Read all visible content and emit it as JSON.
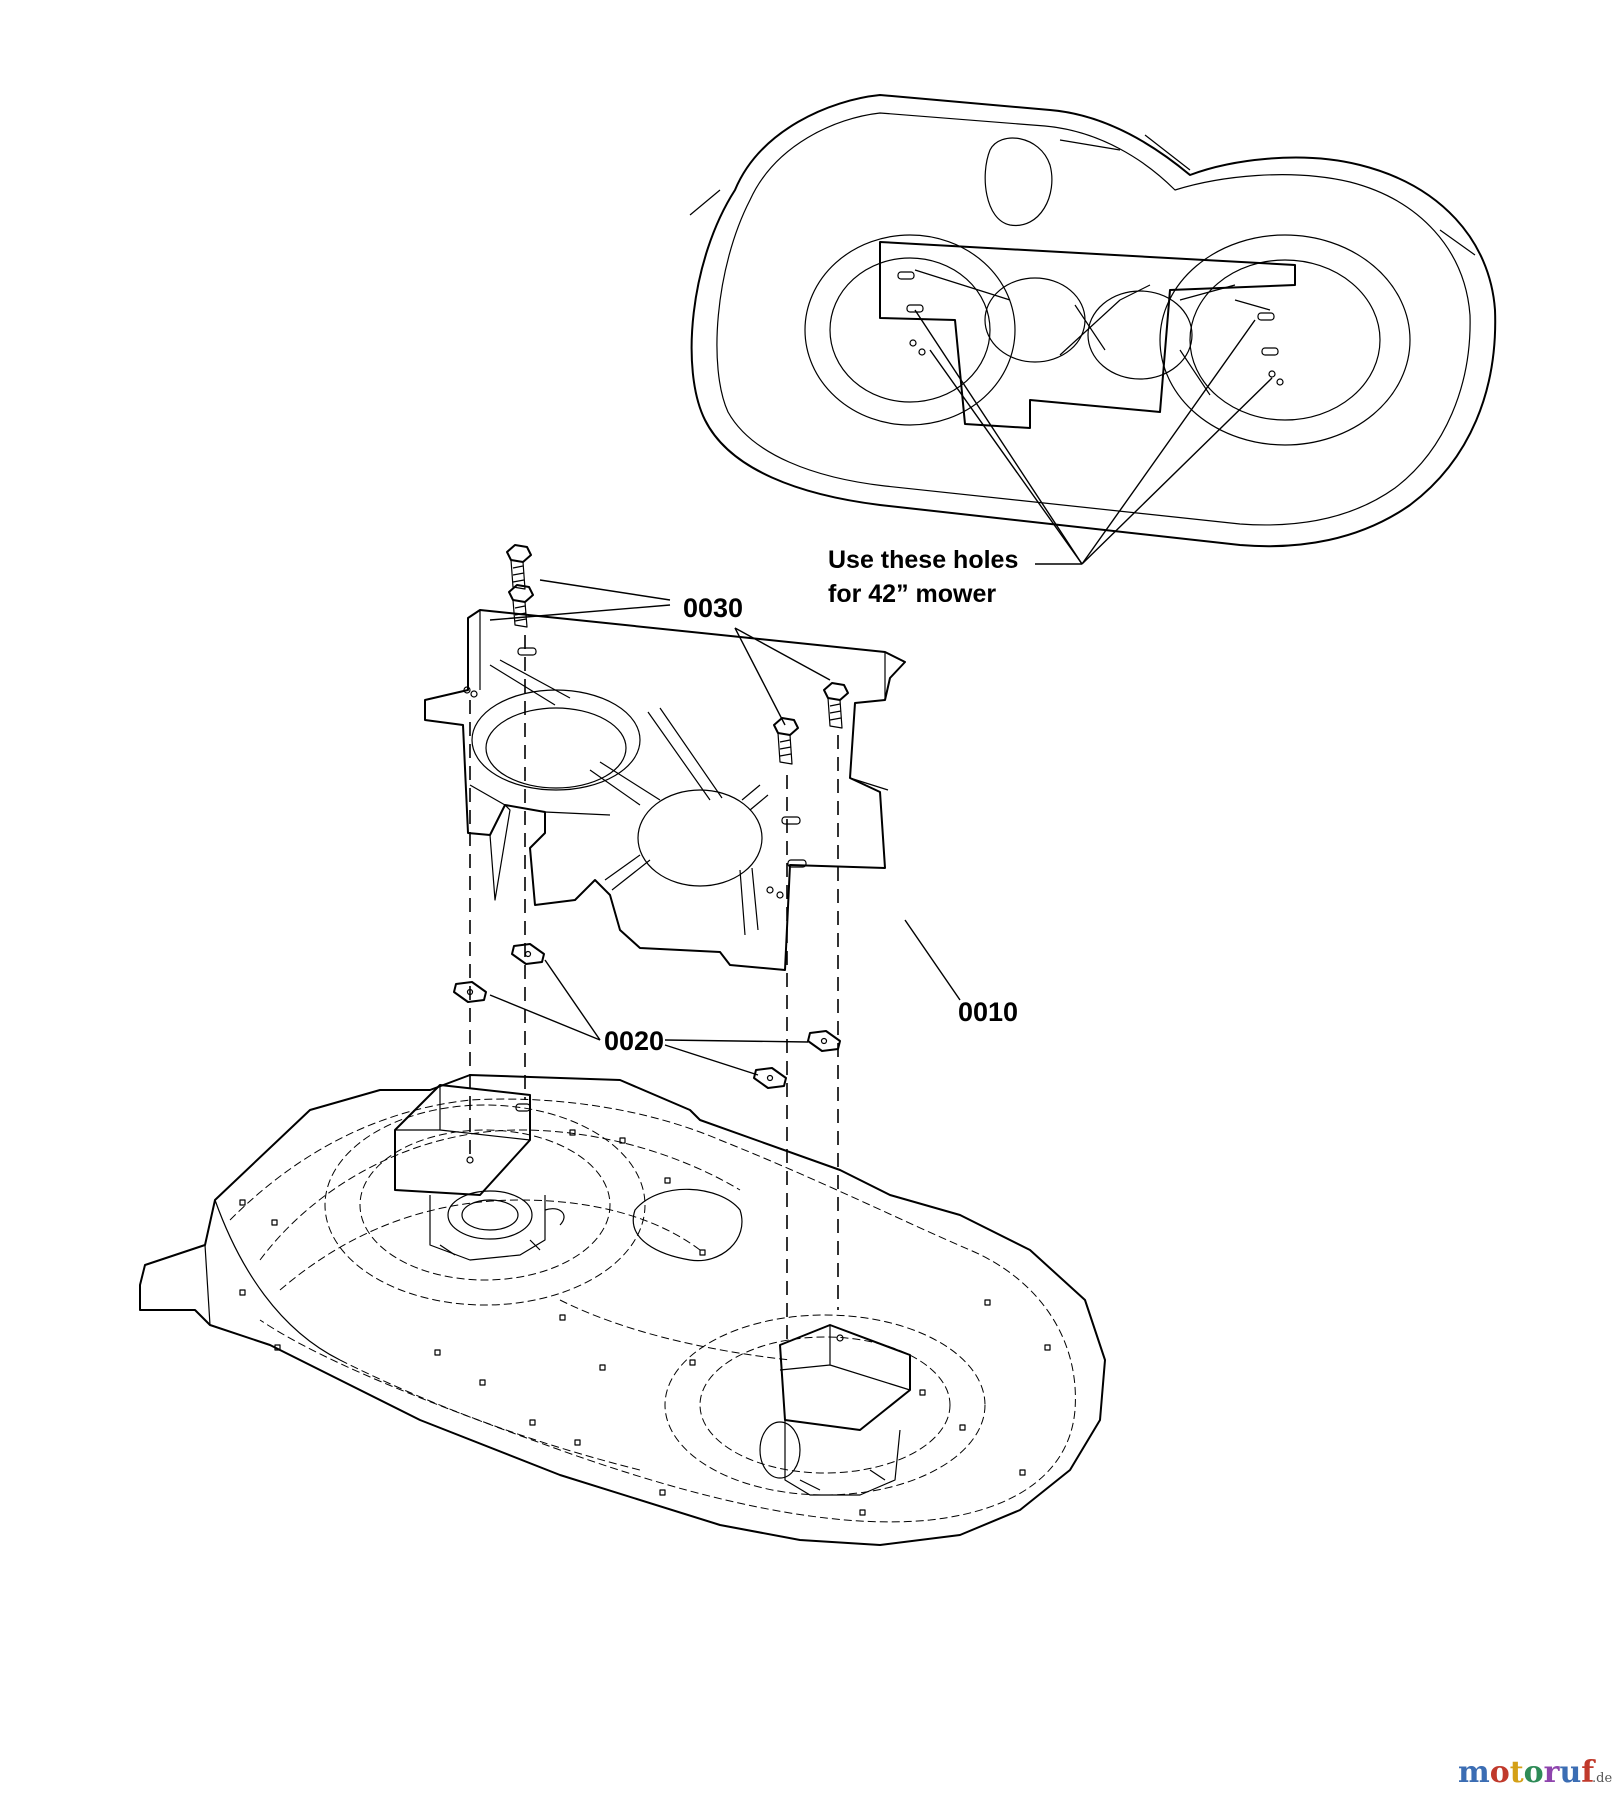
{
  "callouts": {
    "shield": "0010",
    "clip": "0020",
    "bolt": "0030"
  },
  "note": {
    "line1": "Use these holes",
    "line2": "for 42” mower"
  },
  "watermark": {
    "letters": [
      "m",
      "o",
      "t",
      "o",
      "r",
      "u",
      "f"
    ],
    "colors": [
      "#3b6db3",
      "#c0392b",
      "#d4a017",
      "#2e8b57",
      "#8e44ad",
      "#3b6db3",
      "#c0392b"
    ],
    "suffix": ".de"
  }
}
